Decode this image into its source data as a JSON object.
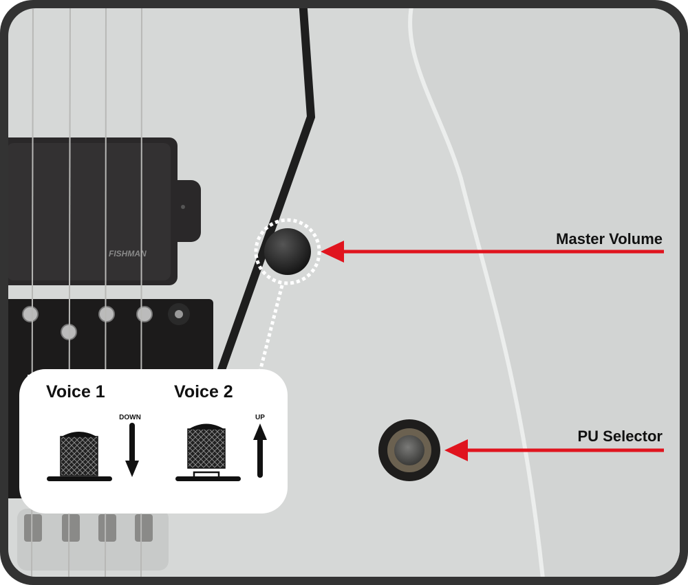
{
  "callouts": {
    "master_volume": "Master Volume",
    "pu_selector": "PU Selector"
  },
  "pickup": {
    "brand": "FISHMAN"
  },
  "voice_panel": {
    "voice1": {
      "title": "Voice 1",
      "direction": "DOWN"
    },
    "voice2": {
      "title": "Voice 2",
      "direction": "UP"
    }
  },
  "colors": {
    "arrow": "#e0141e",
    "frame": "#333333",
    "body": "#d6d8d7"
  }
}
